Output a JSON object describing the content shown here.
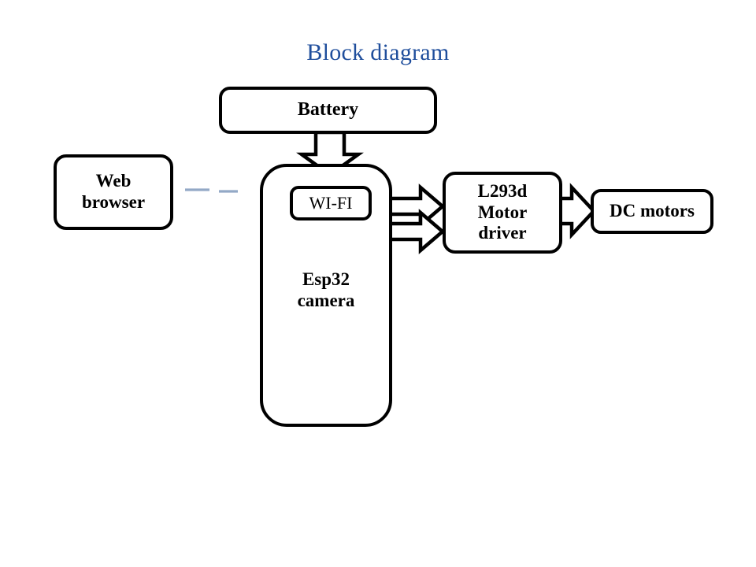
{
  "diagram": {
    "title": "Block diagram",
    "title_color": "#1F4E9C",
    "background_color": "#FFFFFF",
    "line_color": "#000000",
    "nodes": [
      {
        "id": "battery",
        "label": "Battery",
        "shape": "rounded-rectangle"
      },
      {
        "id": "webbrowser",
        "label": "Web\nbrowser",
        "shape": "rounded-rectangle"
      },
      {
        "id": "esp32",
        "label": "Esp32\ncamera",
        "shape": "rounded-rectangle"
      },
      {
        "id": "wifi",
        "label": "WI-FI",
        "shape": "rounded-rectangle"
      },
      {
        "id": "l293d",
        "label": "L293d\nMotor\ndriver",
        "shape": "rounded-rectangle"
      },
      {
        "id": "dcmotors",
        "label": "DC motors",
        "shape": "rounded-rectangle"
      }
    ],
    "node_labels": {
      "battery": "Battery",
      "webbrowser_line1": "Web",
      "webbrowser_line2": "browser",
      "esp32_line1": "Esp32",
      "esp32_line2": "camera",
      "wifi": "WI-FI",
      "l293d_line1": "L293d",
      "l293d_line2": "Motor",
      "l293d_line3": "driver",
      "dcmotors": "DC motors"
    },
    "connections": [
      {
        "id": "battery-to-esp32",
        "from": "battery",
        "to": "esp32",
        "style": "hollow-block-arrow",
        "direction": "down"
      },
      {
        "id": "esp32-to-l293d-top",
        "from": "esp32",
        "to": "l293d",
        "style": "hollow-block-arrow",
        "direction": "right"
      },
      {
        "id": "esp32-to-l293d-bot",
        "from": "esp32",
        "to": "l293d",
        "style": "hollow-block-arrow",
        "direction": "right"
      },
      {
        "id": "l293d-to-dcmotors",
        "from": "l293d",
        "to": "dcmotors",
        "style": "hollow-block-arrow",
        "direction": "right"
      },
      {
        "id": "webbrowser-to-esp32",
        "from": "webbrowser",
        "to": "esp32",
        "style": "dashed-wireless-link",
        "direction": "right",
        "color": "#93A9C6"
      }
    ]
  }
}
